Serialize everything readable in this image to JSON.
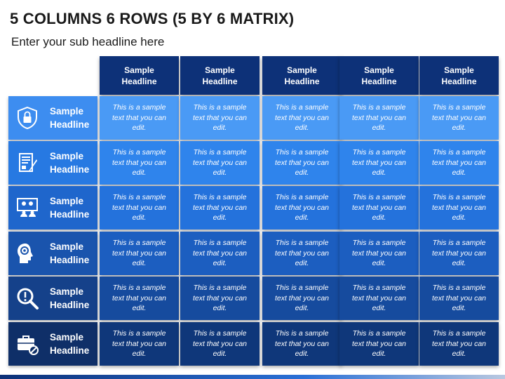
{
  "title": "5 COLUMNS 6 ROWS (5 BY 6 MATRIX)",
  "subtitle": "Enter your sub headline here",
  "columns": [
    {
      "line1": "Sample",
      "line2": "Headline"
    },
    {
      "line1": "Sample",
      "line2": "Headline"
    },
    {
      "line1": "Sample",
      "line2": "Headline"
    },
    {
      "line1": "Sample",
      "line2": "Headline"
    },
    {
      "line1": "Sample",
      "line2": "Headline"
    }
  ],
  "rows": [
    {
      "line1": "Sample",
      "line2": "Headline",
      "icon": "shield-lock-icon",
      "color": "#3d8df0"
    },
    {
      "line1": "Sample",
      "line2": "Headline",
      "icon": "document-pen-icon",
      "color": "#2779e2"
    },
    {
      "line1": "Sample",
      "line2": "Headline",
      "icon": "presentation-team-icon",
      "color": "#1f66cc"
    },
    {
      "line1": "Sample",
      "line2": "Headline",
      "icon": "head-gear-icon",
      "color": "#1a54ad"
    },
    {
      "line1": "Sample",
      "line2": "Headline",
      "icon": "magnifier-alert-icon",
      "color": "#15418a"
    },
    {
      "line1": "Sample",
      "line2": "Headline",
      "icon": "briefcase-no-icon",
      "color": "#0f2f68"
    }
  ],
  "cells": [
    [
      "This is a sample text that you can edit.",
      "This is a sample text that you can edit.",
      "This is a sample text that you can edit.",
      "This is a sample text that you can edit.",
      "This is a sample text that you can edit."
    ],
    [
      "This is a sample text that you can edit.",
      "This is a sample text that you can edit.",
      "This is a sample text that you can edit.",
      "This is a sample text that you can edit.",
      "This is a sample text that you can edit."
    ],
    [
      "This is a sample text that you can edit.",
      "This is a sample text that you can edit.",
      "This is a sample text that you can edit.",
      "This is a sample text that you can edit.",
      "This is a sample text that you can edit."
    ],
    [
      "This is a sample text that you can edit.",
      "This is a sample text that you can edit.",
      "This is a sample text that you can edit.",
      "This is a sample text that you can edit.",
      "This is a sample text that you can edit."
    ],
    [
      "This is a sample text that you can edit.",
      "This is a sample text that you can edit.",
      "This is a sample text that you can edit.",
      "This is a sample text that you can edit.",
      "This is a sample text that you can edit."
    ],
    [
      "This is a sample text that you can edit.",
      "This is a sample text that you can edit.",
      "This is a sample text that you can edit.",
      "This is a sample text that you can edit.",
      "This is a sample text that you can edit."
    ]
  ],
  "colors": {
    "header_dark": "#0d3178",
    "row_colors": [
      "#3d8df0",
      "#2779e2",
      "#1f66cc",
      "#1a54ad",
      "#15418a",
      "#0f2f68"
    ],
    "cell_colors": [
      "#4a9af5",
      "#2f84ec",
      "#2472dc",
      "#1c5ec0",
      "#164b9e",
      "#0f377a"
    ]
  }
}
